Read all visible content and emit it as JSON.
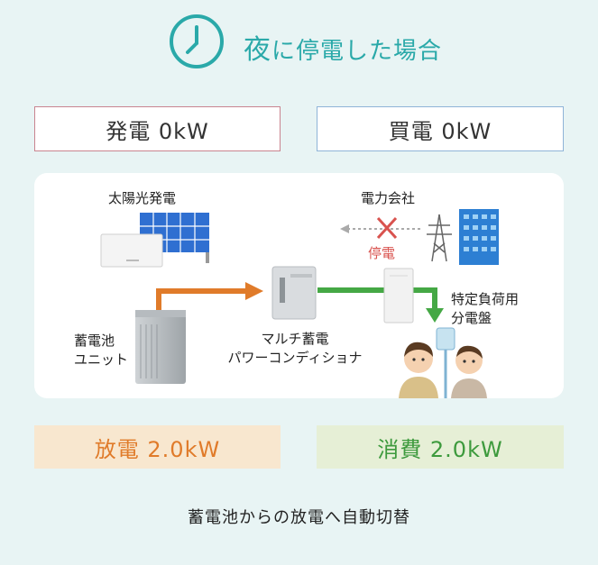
{
  "header": {
    "title_big": "夜",
    "title_rest": "に停電した場合"
  },
  "stats": {
    "generation": "発電 0kW",
    "purchase": "買電 0kW"
  },
  "diagram": {
    "solar_label": "太陽光発電",
    "utility_label": "電力会社",
    "outage_label": "停電",
    "battery_label": [
      "蓄電池",
      "ユニット"
    ],
    "pcs_label": [
      "マルチ蓄電",
      "パワーコンディショナ"
    ],
    "panel_label": [
      "特定負荷用",
      "分電盤"
    ]
  },
  "flows": {
    "discharge": "放電 2.0kW",
    "consumption": "消費 2.0kW"
  },
  "caption": "蓄電池からの放電へ自動切替",
  "colors": {
    "accent": "#2aa9a9",
    "discharge": "#e07b2a",
    "consumption": "#3d9a3d",
    "outage": "#d9534f",
    "generation_border": "#c9848f",
    "purchase_border": "#8fb4d8"
  }
}
